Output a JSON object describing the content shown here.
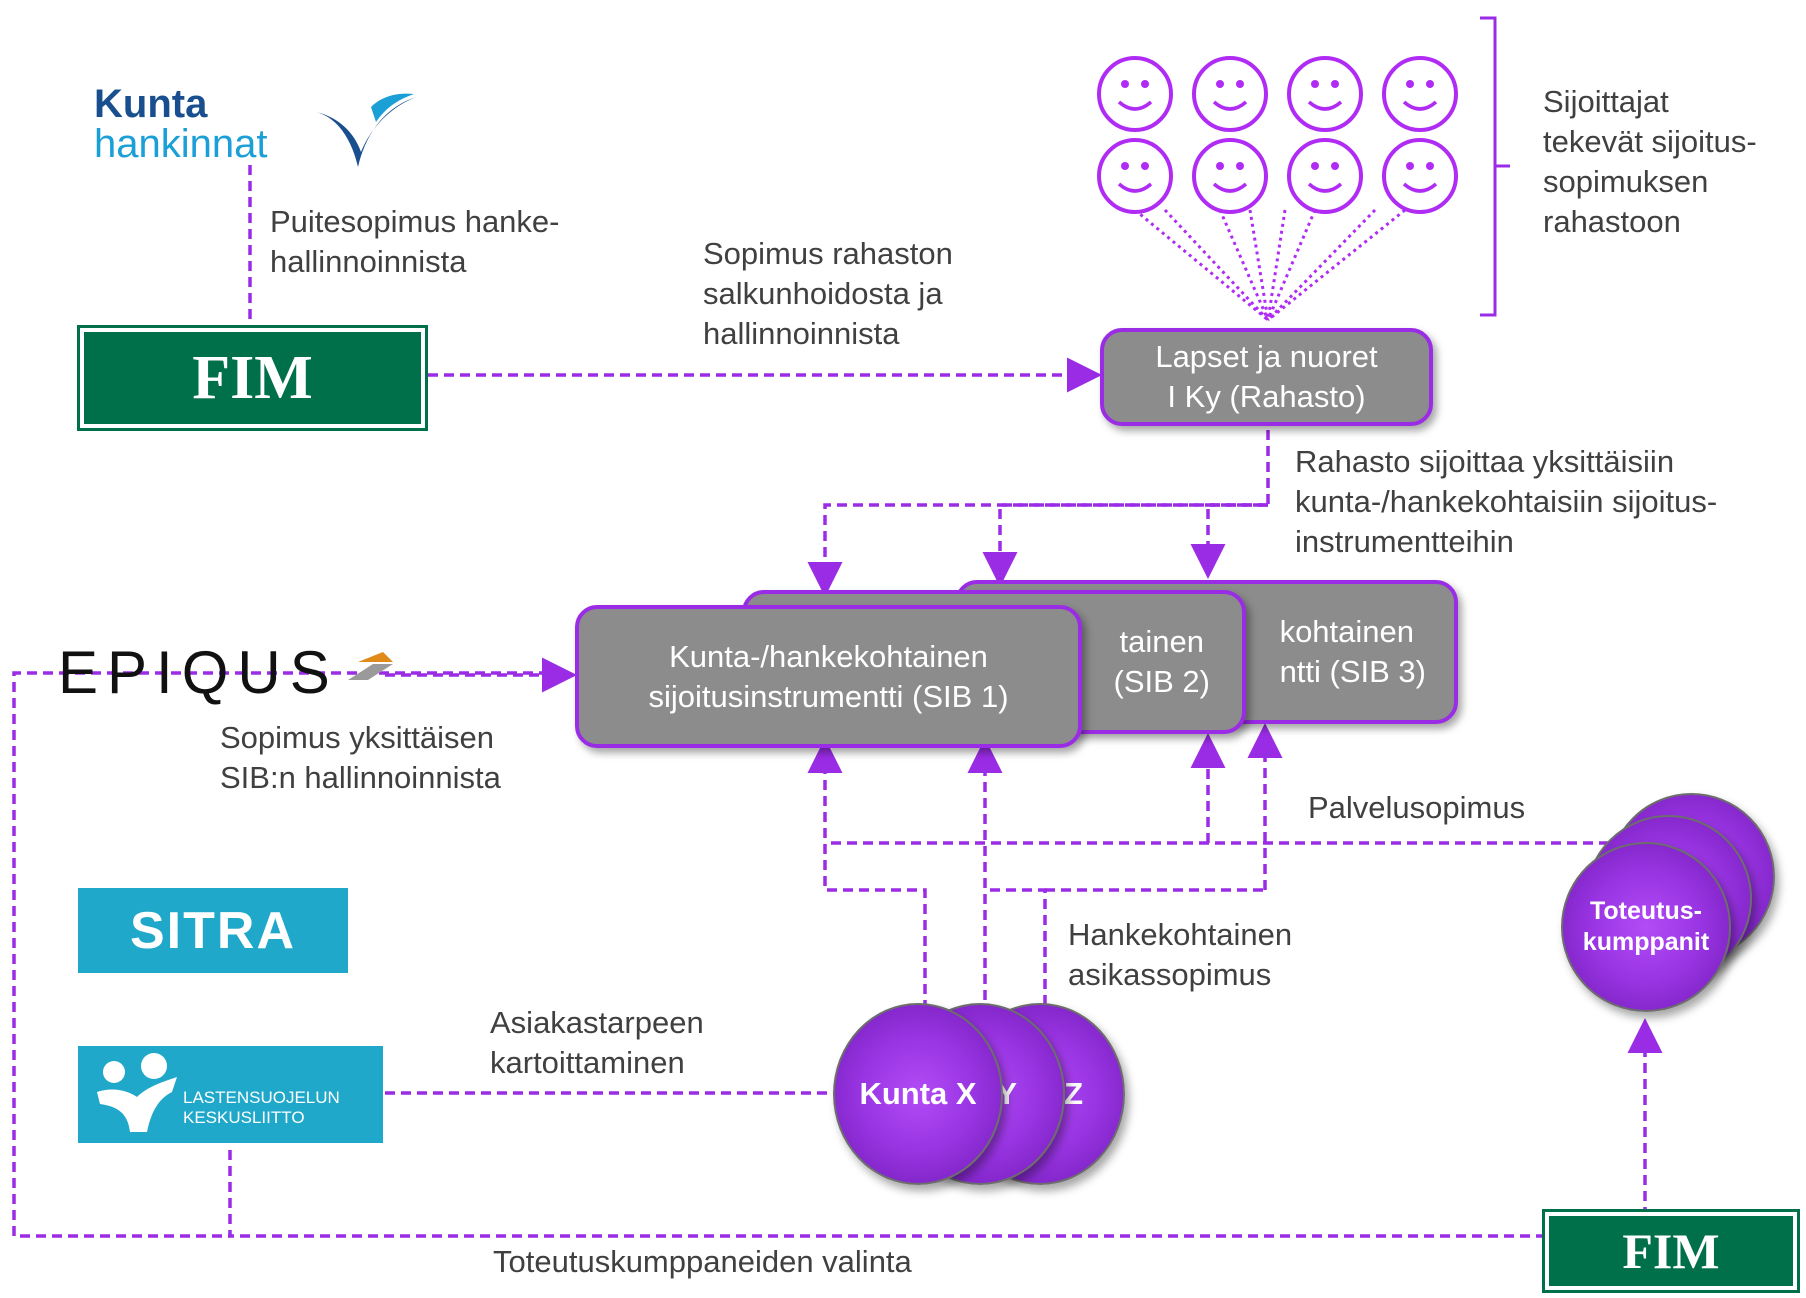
{
  "logos": {
    "kuntahankinnat_line1": "Kunta",
    "kuntahankinnat_line2": "hankinnat",
    "fim_top": "FIM",
    "fim_bottom": "FIM",
    "epiqus": "EPIQUS",
    "sitra": "SITRA",
    "lsk_line1": "LASTENSUOJELUN",
    "lsk_line2": "KESKUSLIITTO"
  },
  "labels": {
    "puitesopimus": "Puitesopimus hanke-\nhallinnoinnista",
    "sopimus_rahasto": "Sopimus rahaston\nsalkunhoidosta ja\nhallinnoinnista",
    "sijoittajat": "Sijoittajat\ntekevät sijoitus-\nsopimuksen\nrahastoon",
    "rahasto_sijoittaa": "Rahasto sijoittaa yksittäisiin\nkunta-/hankekohtaisiin sijoitus-\ninstrumentteihin",
    "sopimus_sib": "Sopimus yksittäisen\nSIB:n hallinnoinnista",
    "palvelusopimus": "Palvelusopimus",
    "hankekohtainen": "Hankekohtainen\nasikassopimus",
    "asiakastarpeen": "Asiakastarpeen\nkartoittaminen",
    "toteutuskumppaneiden": "Toteutuskumppaneiden valinta"
  },
  "boxes": {
    "rahasto": "Lapset ja nuoret\nI Ky (Rahasto)",
    "sib1": "Kunta-/hankekohtainen\nsijoitusinstrumentti (SIB 1)",
    "sib2": "tainen\n(SIB 2)",
    "sib3": "kohtainen\nntti (SIB 3)"
  },
  "circles": {
    "kunta_x": "Kunta X",
    "kunta_y": "Y",
    "kunta_z": "Z",
    "toteutus": "Toteutus-\nkumppanit"
  },
  "colors": {
    "accent": "#9b2ce6",
    "box_gray": "#8c8c8c",
    "fim_green": "#00704a",
    "sitra_blue": "#1fa8c9",
    "kunta_blue": "#1a4f8f"
  }
}
